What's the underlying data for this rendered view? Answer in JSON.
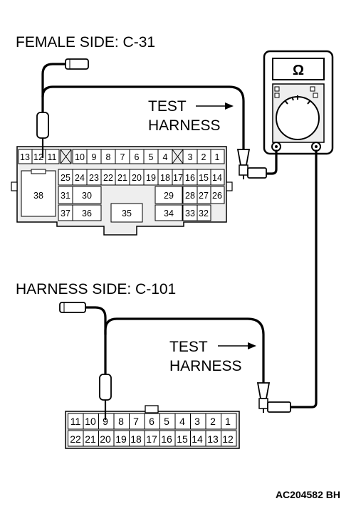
{
  "labels": {
    "female_side": "FEMALE SIDE: C-31",
    "harness_side": "HARNESS SIDE: C-101",
    "test_harness_top": {
      "line1": "TEST",
      "line2": "HARNESS"
    },
    "test_harness_bottom": {
      "line1": "TEST",
      "line2": "HARNESS"
    },
    "reference": "AC204582 BH"
  },
  "meter": {
    "symbol": "Ω"
  },
  "connector_c31": {
    "pins": [
      "1",
      "2",
      "3",
      "4",
      "5",
      "6",
      "7",
      "8",
      "9",
      "10",
      "11",
      "12",
      "13",
      "14",
      "15",
      "16",
      "17",
      "18",
      "19",
      "20",
      "21",
      "22",
      "23",
      "24",
      "25",
      "26",
      "27",
      "28",
      "29",
      "30",
      "31",
      "32",
      "33",
      "34",
      "35",
      "36",
      "37",
      "38"
    ]
  },
  "connector_c101": {
    "row1": [
      "11",
      "10",
      "9",
      "8",
      "7",
      "6",
      "5",
      "4",
      "3",
      "2",
      "1"
    ],
    "row2": [
      "22",
      "21",
      "20",
      "19",
      "18",
      "17",
      "16",
      "15",
      "14",
      "13",
      "12"
    ]
  }
}
